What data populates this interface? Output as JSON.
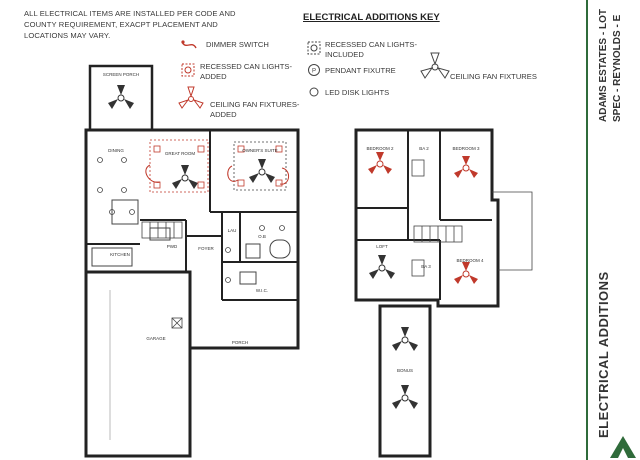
{
  "notes": {
    "general": "ALL ELECTRICAL ITEMS ARE INSTALLED PER CODE AND COUNTY REQUIREMENT, EXACPT PLACEMENT AND LOCATIONS MAY VARY."
  },
  "key": {
    "title": "ELECTRICAL ADDITIONS KEY",
    "items": {
      "dimmer": "DIMMER SWITCH",
      "recessed_added": "RECESSED CAN LIGHTS-ADDED",
      "fan_added": "CEILING FAN FIXTURES-ADDED",
      "recessed_included": "RECESSED CAN LIGHTS-INCLUDED",
      "pendant": "PENDANT FIXUTRE",
      "led_disk": "LED DISK LIGHTS",
      "fan_fixtures": "CEILING FAN FIXTURES"
    },
    "colors": {
      "added": "#c0392b",
      "included": "#444444"
    }
  },
  "sidebar": {
    "project_line1": "ADAMS ESTATES - LOT",
    "project_line2": "SPEC - REYNOLDS - E",
    "sheet_title": "ELECTRICAL ADDITIONS",
    "accent_color": "#2f6b3a"
  },
  "rooms": {
    "screen_porch": "SCREEN PORCH",
    "dining": "DINING",
    "great_room": "GREAT ROOM",
    "owners_suite": "OWNER'S SUITE",
    "kitchen": "KITCHEN",
    "powder": "PWD",
    "foyer": "FOYER",
    "laundry": "LAU",
    "owners_bath": "O.B",
    "wic": "W.I.C.",
    "garage": "GARAGE",
    "porch": "PORCH",
    "bedroom2": "BEDROOM 2",
    "bedroom3": "BEDROOM 3",
    "bedroom4": "BEDROOM 4",
    "loft": "LOFT",
    "bonus": "BONUS",
    "bath2": "BA 2",
    "bath3": "BA 3"
  }
}
